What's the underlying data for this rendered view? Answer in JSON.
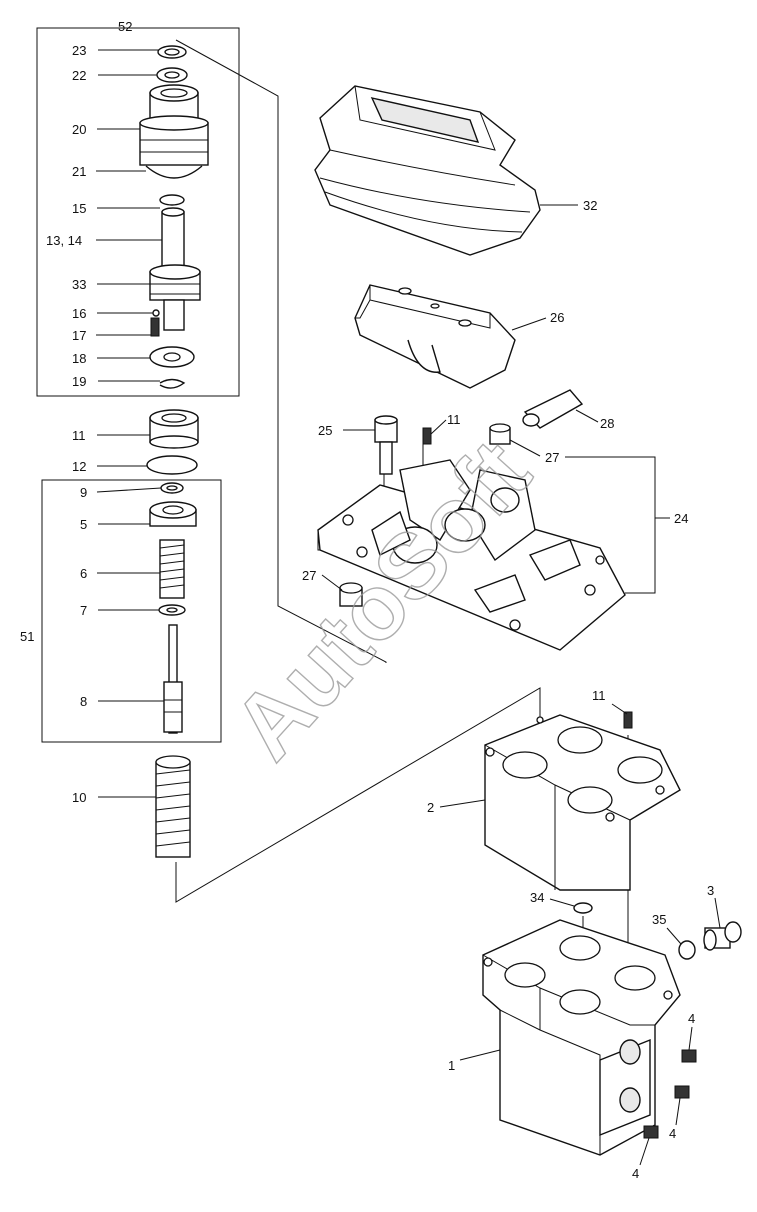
{
  "diagram": {
    "watermark": "AutoSoft",
    "callouts": {
      "c52": "52",
      "c23": "23",
      "c22": "22",
      "c20": "20",
      "c21": "21",
      "c15": "15",
      "c13_14": "13, 14",
      "c33": "33",
      "c16": "16",
      "c17": "17",
      "c18": "18",
      "c19": "19",
      "c11a": "11",
      "c12": "12",
      "c9": "9",
      "c5": "5",
      "c6": "6",
      "c7": "7",
      "c51": "51",
      "c8": "8",
      "c10": "10",
      "c32": "32",
      "c26": "26",
      "c25": "25",
      "c11b": "11",
      "c28": "28",
      "c27a": "27",
      "c24": "24",
      "c27b": "27",
      "c11c": "11",
      "c2": "2",
      "c3": "3",
      "c34": "34",
      "c35": "35",
      "c1": "1",
      "c4a": "4",
      "c4b": "4",
      "c4c": "4"
    }
  }
}
